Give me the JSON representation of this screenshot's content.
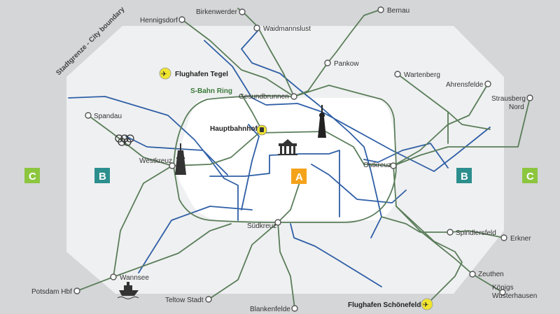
{
  "labels": {
    "city_boundary": "Stadtgrenze - City boundary",
    "sbahn_ring": "S-Bahn Ring",
    "airport_tegel": "Flughafen Tegel",
    "airport_schoenefeld": "Flughafen Schönefeld",
    "hauptbahnhof": "Hauptbahnhof"
  },
  "zones": {
    "a": "A",
    "b": "B",
    "c": "C"
  },
  "stations": {
    "hennigsdorf": "Hennigsdorf",
    "birkenwerder": "Birkenwerder",
    "bernau": "Bernau",
    "waidmannslust": "Waidmannslust",
    "pankow": "Pankow",
    "wartenberg": "Wartenberg",
    "ahrensfelde": "Ahrensfelde",
    "strausberg_line1": "Strausberg",
    "strausberg_line2": "Nord",
    "gesundbrunnen": "Gesundbrunnen",
    "spandau": "Spandau",
    "westkreuz": "Westkreuz",
    "ostkreuz": "Ostkreuz",
    "suedkreuz": "Südkreuz",
    "spindlersfeld": "Spindlersfeld",
    "erkner": "Erkner",
    "wannsee": "Wannsee",
    "potsdam": "Potsdam Hbf",
    "teltow": "Teltow Stadt",
    "blankenfelde": "Blankenfelde",
    "zeuthen": "Zeuthen",
    "koenigs_line1": "Königs",
    "koenigs_line2": "Wusterhausen"
  },
  "icons": {
    "airport": "airport-icon",
    "train": "train-icon",
    "tv_tower": "tv-tower-icon",
    "funkturm": "radio-tower-icon",
    "brandenburg_gate": "brandenburg-gate-icon",
    "olympic": "olympic-rings-icon",
    "ferry": "ferry-icon"
  },
  "colors": {
    "zone_a": "#f5a21b",
    "zone_b": "#2c8f8e",
    "zone_c": "#8cc63f",
    "sbahn": "#5a7d5a",
    "ubahn": "#2f5fa6",
    "airport": "#f0e531"
  }
}
